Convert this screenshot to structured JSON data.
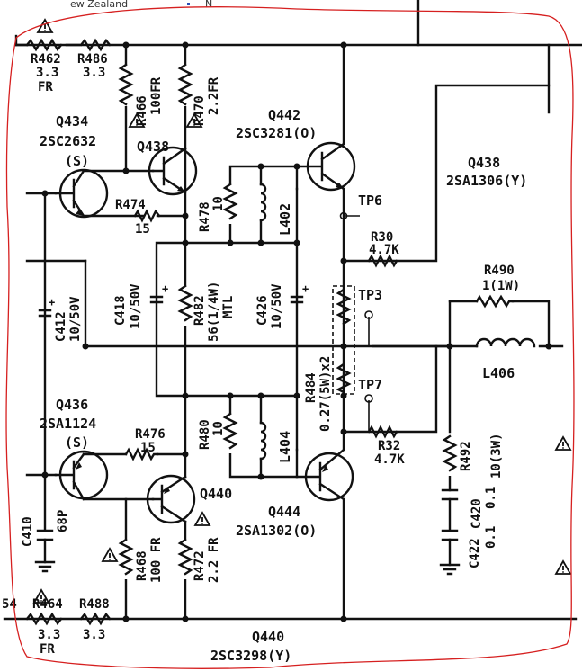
{
  "header_fragment": "ew Zealand",
  "header_fragment_2": "N",
  "resistors": {
    "r462": {
      "ref": "R462",
      "value": "3.3",
      "note": "FR"
    },
    "r486": {
      "ref": "R486",
      "value": "3.3"
    },
    "r466": {
      "ref": "R466",
      "value": "100FR"
    },
    "r470": {
      "ref": "R470",
      "value": "2.2FR"
    },
    "r474": {
      "ref": "R474",
      "value": "15"
    },
    "r478": {
      "ref": "R478",
      "value": "10"
    },
    "r30": {
      "ref": "R30",
      "value": "4.7K"
    },
    "r490": {
      "ref": "R490",
      "value": "1(1W)"
    },
    "r482": {
      "ref": "R482",
      "value": "56(1/4W)",
      "note": "MTL"
    },
    "r484": {
      "ref": "R484",
      "value": "0.27(5W)x2"
    },
    "r476": {
      "ref": "R476",
      "value": "15"
    },
    "r480": {
      "ref": "R480",
      "value": "10"
    },
    "r32": {
      "ref": "R32",
      "value": "4.7K"
    },
    "r492": {
      "ref": "R492",
      "value": "10(3W)"
    },
    "r468": {
      "ref": "R468",
      "value": "100 FR"
    },
    "r472": {
      "ref": "R472",
      "value": "2.2 FR"
    },
    "r464": {
      "ref": "R464",
      "value": "3.3",
      "note": "FR"
    },
    "r488": {
      "ref": "R488",
      "value": "3.3"
    },
    "r454_partial": "54"
  },
  "capacitors": {
    "c418": {
      "ref": "C418",
      "value": "10/50V"
    },
    "c426": {
      "ref": "C426",
      "value": "10/50V"
    },
    "c412": {
      "ref": "C412",
      "value": "10/50V"
    },
    "c410": {
      "ref": "C410",
      "value": "68P"
    },
    "c420": {
      "ref": "C420",
      "value": "0.1"
    },
    "c422": {
      "ref": "C422",
      "value": "0.1"
    }
  },
  "inductors": {
    "l402": "L402",
    "l404": "L404",
    "l406": "L406"
  },
  "transistors": {
    "q434": {
      "ref": "Q434",
      "part": "2SC2632",
      "rank": "(S)"
    },
    "q438_left": {
      "ref": "Q438"
    },
    "q442": {
      "ref": "Q442",
      "part": "2SC3281(O)"
    },
    "q438_right": {
      "ref": "Q438",
      "part": "2SA1306(Y)"
    },
    "q436": {
      "ref": "Q436",
      "part": "2SA1124",
      "rank": "(S)"
    },
    "q440_left": {
      "ref": "Q440"
    },
    "q444": {
      "ref": "Q444",
      "part": "2SA1302(O)"
    },
    "q440_bottom": {
      "ref": "Q440",
      "part": "2SC3298(Y)"
    }
  },
  "test_points": {
    "tp6": "TP6",
    "tp3": "TP3",
    "tp7": "TP7"
  },
  "warning_symbol": "⚠",
  "colors": {
    "ink": "#111111",
    "border": "#d62020",
    "paper": "#ffffff"
  }
}
